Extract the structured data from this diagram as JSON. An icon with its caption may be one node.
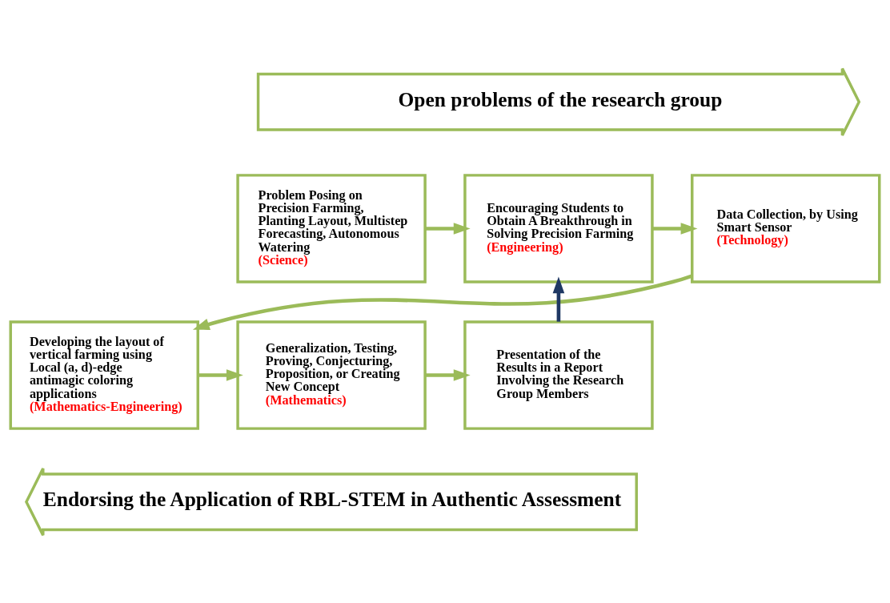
{
  "diagram": {
    "nodes": [
      {
        "text": [
          "Open problems of the research group"
        ]
      },
      {
        "text": [
          "Problem Posing on Precision Farming, Planting Layout, Multistep Forecasting, Autonomous Watering",
          "(Science)"
        ]
      },
      {
        "text": [
          "Encouraging Students to Obtain A Breakthrough in Solving Precision Farming",
          "(Engineering)"
        ]
      },
      {
        "text": [
          "Data Collection, by Using Smart Sensor",
          "(Technology)"
        ]
      },
      {
        "text": [
          "Developing the layout of vertical farming using Local (a, d)-edge antimagic coloring applications",
          "(Mathematics-Engineering)"
        ]
      },
      {
        "text": [
          "Generalization, Testing, Proving, Conjecturing, Proposition, or Creating New Concept",
          "(Mathematics)"
        ]
      },
      {
        "text": [
          "Presentation of the Results in a Report Involving the Research Group Members"
        ]
      },
      {
        "text": [
          "Endorsing the Application of RBL-STEM in Authentic Assessment"
        ]
      }
    ],
    "edges": [
      {
        "from": 1,
        "to": 2,
        "arrow": "to"
      },
      {
        "from": 2,
        "to": 3,
        "arrow": "to"
      },
      {
        "from": 3,
        "to": 4,
        "arrow": "to"
      },
      {
        "from": 4,
        "to": 5,
        "arrow": "to"
      },
      {
        "from": 5,
        "to": 6,
        "arrow": "to"
      },
      {
        "from": 6,
        "to": 2,
        "arrow": "to",
        "color": "#1f3864"
      }
    ]
  }
}
